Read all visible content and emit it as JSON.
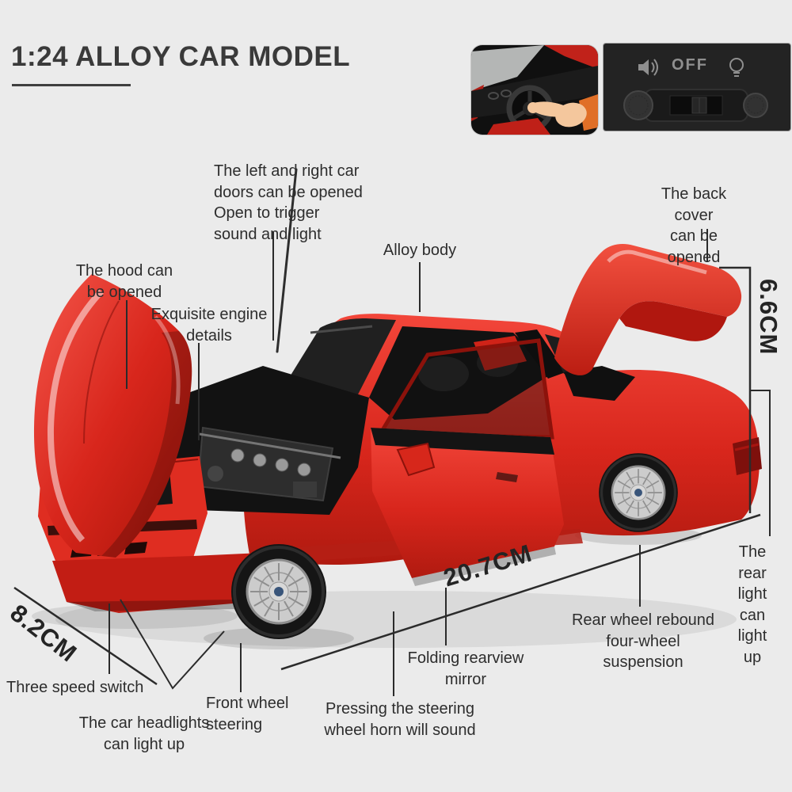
{
  "title": "1:24 ALLOY CAR MODEL",
  "callouts": {
    "doors": "The left and right car\ndoors can be opened\nOpen to trigger\nsound and light",
    "alloy_body": "Alloy body",
    "back_cover": "The back cover\ncan be opened",
    "hood": "The hood can\nbe opened",
    "engine": "Exquisite engine\ndetails",
    "rear_light": "The rear light\ncan light up",
    "rear_suspension": "Rear wheel rebound\nfour-wheel suspension",
    "three_speed_switch": "Three speed switch",
    "headlights": "The car headlights\ncan light up",
    "front_wheel": "Front wheel\nsteering",
    "horn": "Pressing the steering\nwheel horn will sound",
    "mirror": "Folding rearview\nmirror"
  },
  "measurements": {
    "height": "6.6CM",
    "length": "20.7CM",
    "width": "8.2CM"
  },
  "insets": {
    "steering_demo": {
      "icons": [
        "steering-wheel",
        "pressing-finger",
        "dashboard",
        "windshield-glass"
      ]
    },
    "switch_panel": {
      "off_label": "OFF",
      "icons": [
        "speaker-icon",
        "bulb-icon",
        "slider-switch",
        "screw-left",
        "screw-right"
      ]
    }
  },
  "colors": {
    "background": "#ebebeb",
    "car_red": "#d8261c",
    "car_red_dark": "#b01a10",
    "text": "#2d2d2d",
    "annotation_line": "#2b2b2b",
    "roundel_blue": "#2f6cb3"
  }
}
